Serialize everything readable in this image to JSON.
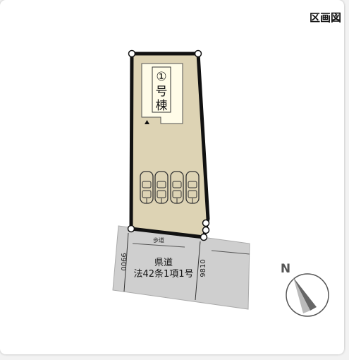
{
  "header": {
    "title": "区画図"
  },
  "building": {
    "number": "①",
    "label_line1": "号",
    "label_line2": "棟"
  },
  "road": {
    "sidewalk": "歩道",
    "name_line1": "県道",
    "name_line2": "法42条1項1号",
    "width_left": "9900",
    "width_right": "9810"
  },
  "compass": {
    "north": "N"
  },
  "colors": {
    "lot_fill": "#ddd3b4",
    "building_fill": "#fffce8",
    "road_fill": "#cfcfcf",
    "outline": "#111111"
  }
}
